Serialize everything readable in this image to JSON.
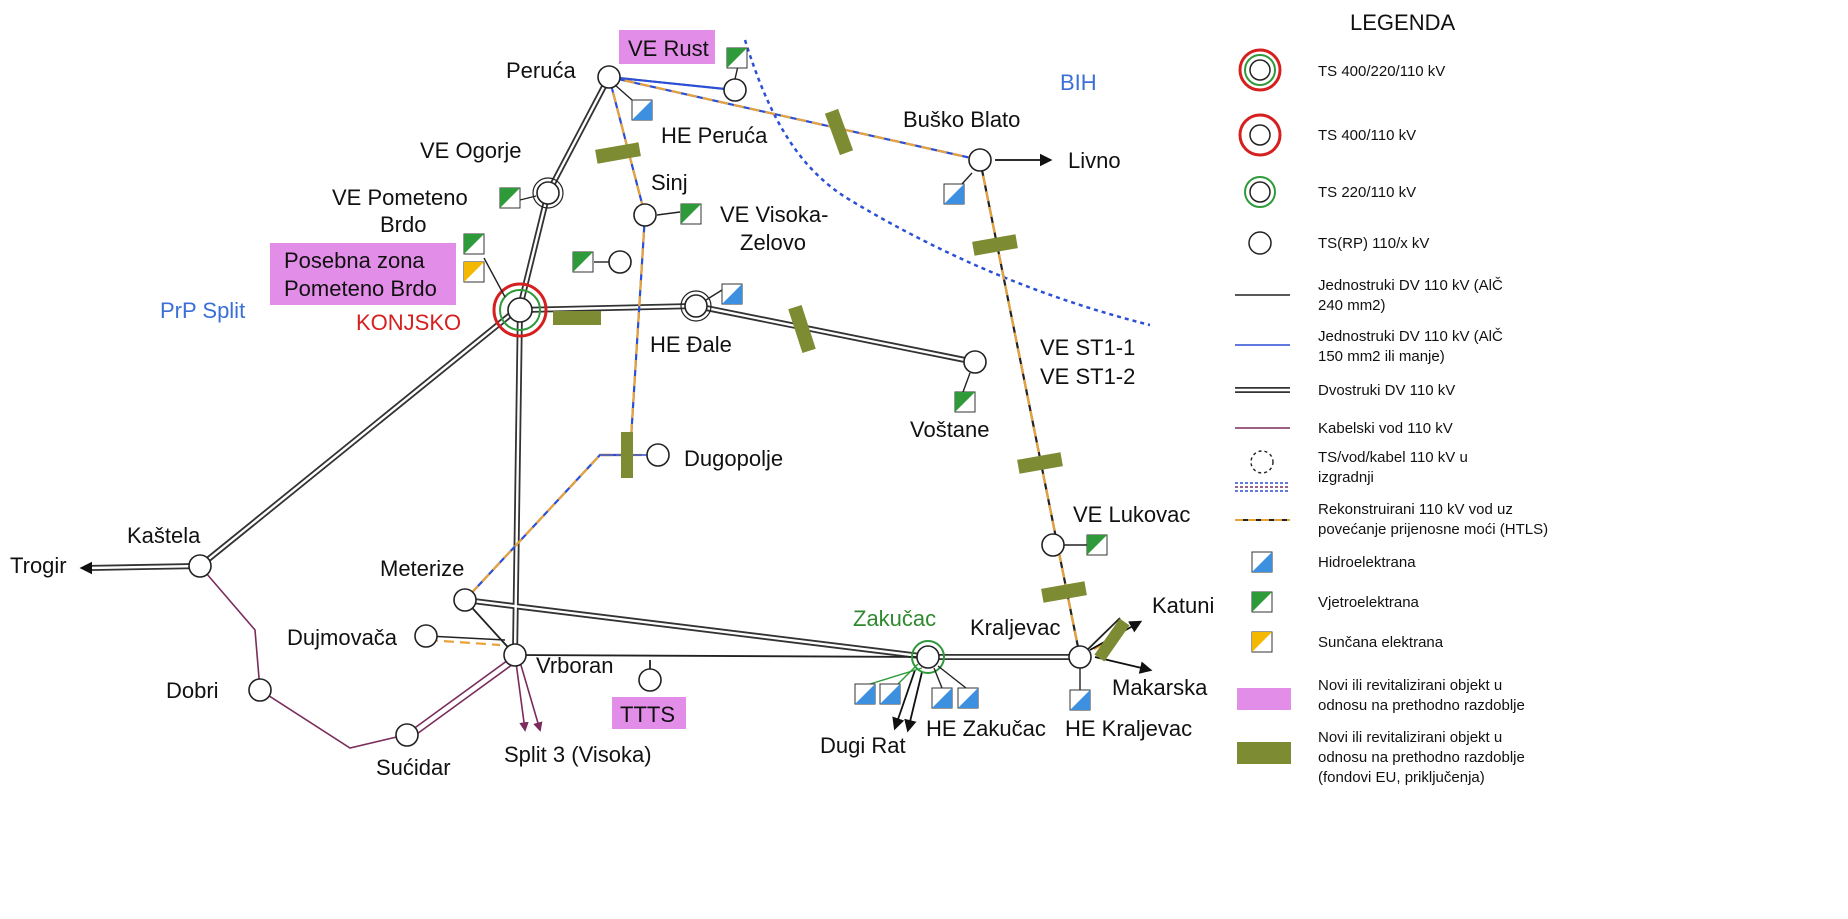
{
  "colors": {
    "line_black": "#222222",
    "line_blue": "#2b4fd6",
    "htls_orange": "#e8a23a",
    "cable": "#7a2d5c",
    "new_object_pink": "#e28ee8",
    "new_object_green": "#7d8c33",
    "hydro_blue": "#3d8fe0",
    "wind_green": "#2f9a3a",
    "solar_yellow": "#f5b800",
    "ring_red": "#d62020",
    "ring_green": "#2f9a3a",
    "region_blue": "#3a6fd8",
    "konjsko_red": "#d62020",
    "zakucac_green": "#2f8a2f"
  },
  "regions": {
    "bih": "BIH",
    "prp_split": "PrP Split"
  },
  "nodes": {
    "peruca": "Peruća",
    "ve_ogorje": "VE Ogorje",
    "ve_pometeno_brdo_1": "VE Pometeno",
    "ve_pometeno_brdo_2": "Brdo",
    "konjsko": "KONJSKO",
    "sinj": "Sinj",
    "ve_visoka_1": "VE Visoka-",
    "ve_visoka_2": "Zelovo",
    "he_peruca": "HE Peruća",
    "busko_blato": "Buško Blato",
    "livno": "Livno",
    "he_dale": "HE Đale",
    "ve_st1_1": "VE ST1-1",
    "ve_st1_2": "VE ST1-2",
    "vostane": "Voštane",
    "dugopolje": "Dugopolje",
    "ve_lukovac": "VE Lukovac",
    "kastela": "Kaštela",
    "trogir": "Trogir",
    "meterize": "Meterize",
    "dujmovaca": "Dujmovača",
    "vrboran": "Vrboran",
    "zakucac": "Zakučac",
    "kraljevac": "Kraljevac",
    "katuni": "Katuni",
    "makarska": "Makarska",
    "dobri": "Dobri",
    "sucidar": "Sućidar",
    "split3": "Split 3 (Visoka)",
    "dugi_rat": "Dugi Rat",
    "he_zakucac": "HE Zakučac",
    "he_kraljevac": "HE Kraljevac"
  },
  "highlight_boxes": {
    "ve_rust": "VE Rust",
    "posebna_1": "Posebna zona",
    "posebna_2": "Pometeno Brdo",
    "ttts": "TTTS"
  },
  "legend": {
    "title": "LEGENDA",
    "items": [
      [
        "TS 400/220/110 kV"
      ],
      [
        "TS 400/110 kV"
      ],
      [
        "TS 220/110 kV"
      ],
      [
        "TS(RP) 110/x kV"
      ],
      [
        "Jednostruki DV 110 kV (AlČ",
        "240 mm2)"
      ],
      [
        "Jednostruki DV 110 kV (AlČ",
        "150 mm2 ili manje)"
      ],
      [
        "Dvostruki DV 110 kV"
      ],
      [
        "Kabelski vod 110 kV"
      ],
      [
        "TS/vod/kabel 110 kV u",
        "izgradnji"
      ],
      [
        "Rekonstruirani 110 kV vod uz",
        "povećanje prijenosne moći (HTLS)"
      ],
      [
        "Hidroelektrana"
      ],
      [
        "Vjetroelektrana"
      ],
      [
        "Sunčana elektrana"
      ],
      [
        "Novi ili revitalizirani objekt u",
        "odnosu na prethodno razdoblje"
      ],
      [
        "Novi ili revitalizirani objekt u",
        "odnosu na prethodno razdoblje",
        "(fondovi EU, priključenja)"
      ]
    ]
  }
}
